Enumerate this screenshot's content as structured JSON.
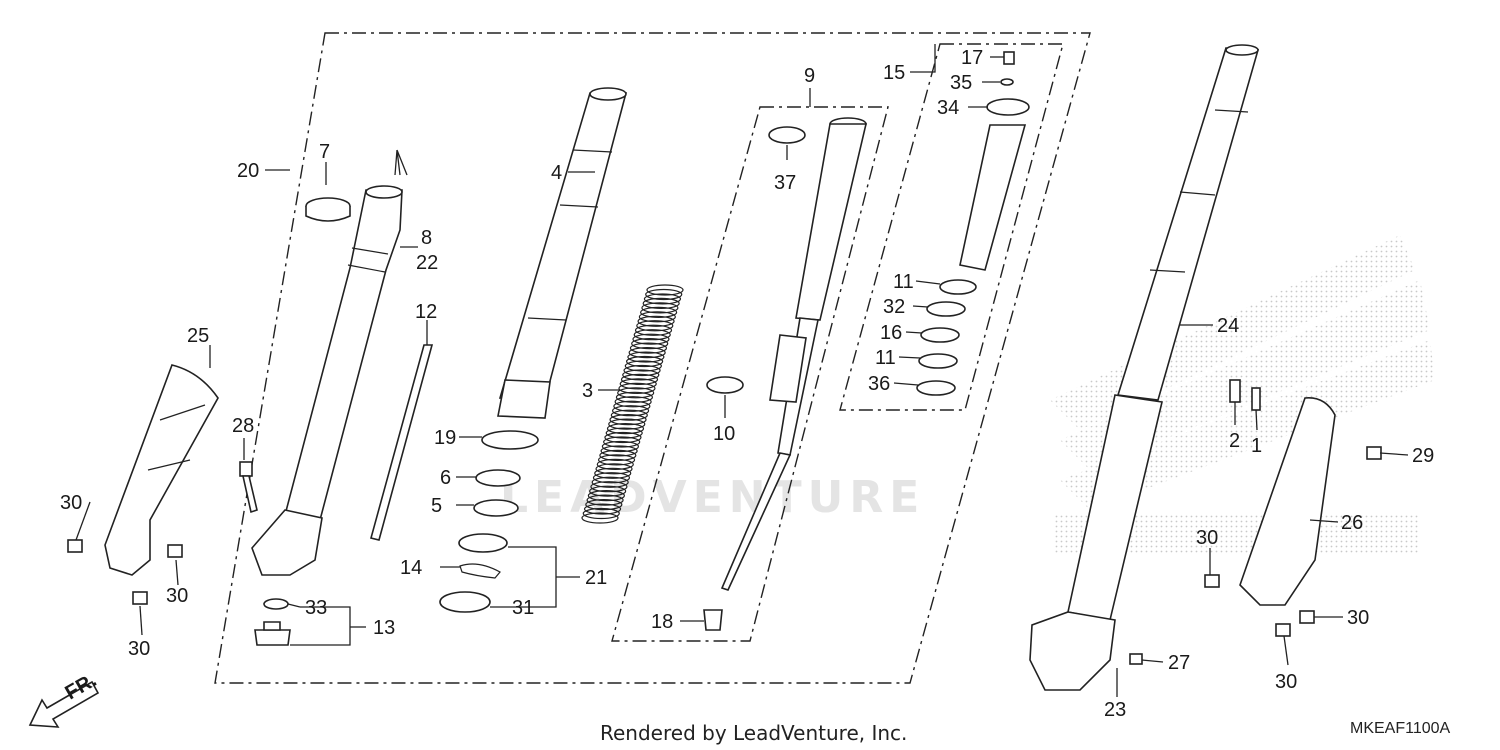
{
  "watermark": "LEADVENTURE",
  "footer_text": "Rendered by LeadVenture, Inc.",
  "diagram_code": "MKEAF1100A",
  "direction_label": "FR.",
  "callouts": {
    "c1": "1",
    "c2": "2",
    "c3": "3",
    "c4": "4",
    "c5": "5",
    "c6": "6",
    "c7": "7",
    "c8": "8",
    "c9": "9",
    "c10": "10",
    "c11a": "11",
    "c11b": "11",
    "c12": "12",
    "c13": "13",
    "c14": "14",
    "c15": "15",
    "c16": "16",
    "c17": "17",
    "c18": "18",
    "c19": "19",
    "c20": "20",
    "c21": "21",
    "c22": "22",
    "c23": "23",
    "c24": "24",
    "c25": "25",
    "c26": "26",
    "c27": "27",
    "c28": "28",
    "c29": "29",
    "c30a": "30",
    "c30b": "30",
    "c30c": "30",
    "c30d": "30",
    "c30e": "30",
    "c30f": "30",
    "c31": "31",
    "c32": "32",
    "c33": "33",
    "c34": "34",
    "c35": "35",
    "c36": "36",
    "c37": "37"
  }
}
